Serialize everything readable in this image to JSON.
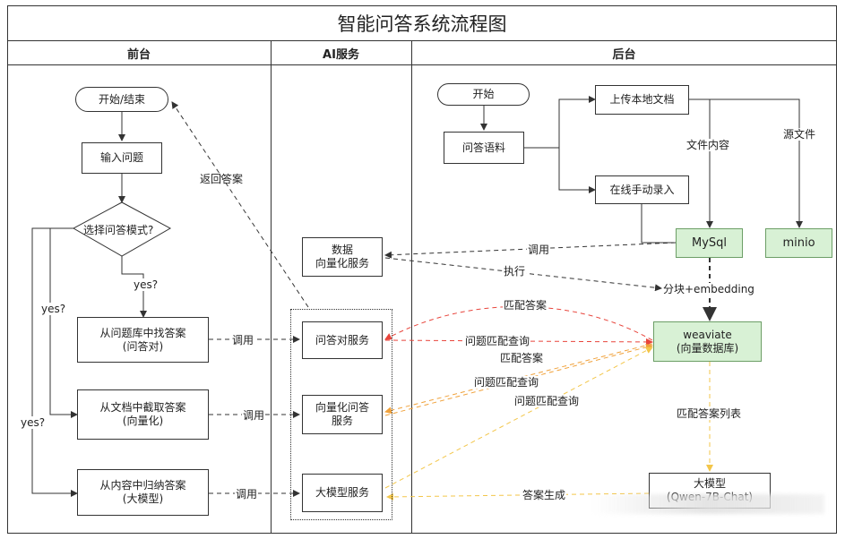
{
  "title": "智能问答系统流程图",
  "lanes": {
    "front": "前台",
    "ai": "AI服务",
    "back": "后台"
  },
  "front": {
    "start_end": "开始/结束",
    "input_question": "输入问题",
    "choose_mode": "选择问答模式?",
    "find_qa": "从问题库中找答案\n(问答对)",
    "extract_doc": "从文档中截取答案\n(向量化)",
    "summarize": "从内容中归纳答案\n(大模型)",
    "yes1": "yes?",
    "yes2": "yes?",
    "yes3": "yes?",
    "return_answer": "返回答案"
  },
  "ai": {
    "vector_service": "数据\n向量化服务",
    "qa_service": "问答对服务",
    "vector_qa_service": "向量化问答\n服务",
    "llm_service": "大模型服务",
    "call1": "调用",
    "call2": "调用",
    "call3": "调用"
  },
  "back": {
    "start": "开始",
    "corpus": "问答语料",
    "upload": "上传本地文档",
    "manual": "在线手动录入",
    "mysql": "MySql",
    "minio": "minio",
    "weaviate": "weaviate\n(向量数据库)",
    "llm": "大模型\n(Qwen-7B-Chat)",
    "file_content": "文件内容",
    "source_file": "源文件",
    "call": "调用",
    "execute": "执行",
    "chunk_embed": "分块+embedding",
    "match_answer1": "匹配答案",
    "query_match1": "问题匹配查询",
    "match_answer2": "匹配答案",
    "query_match2": "问题匹配查询",
    "query_match3": "问题匹配查询",
    "match_list": "匹配答案列表",
    "answer_gen": "答案生成"
  },
  "colors": {
    "red": "#e8453c",
    "orange": "#f0a13a",
    "yellow": "#f3c64a",
    "green_fill": "#d8f1d5"
  }
}
